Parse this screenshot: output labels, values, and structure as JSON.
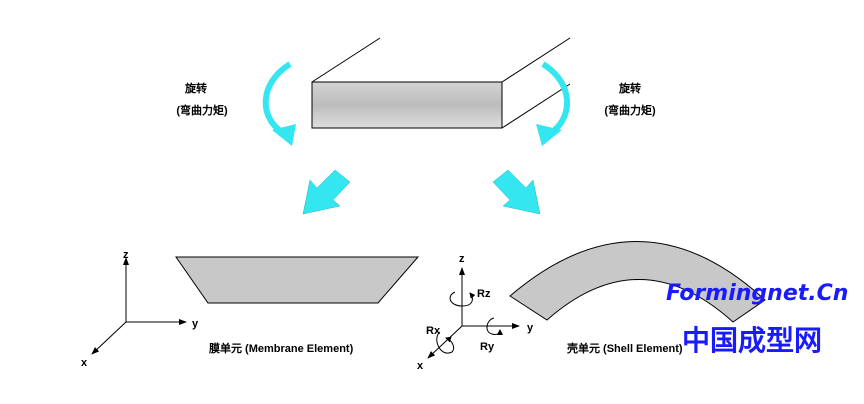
{
  "top": {
    "left_label_line1": "旋转",
    "left_label_line2": "(弯曲力矩)",
    "right_label_line1": "旋转",
    "right_label_line2": "(弯曲力矩)"
  },
  "membrane": {
    "caption": "膜单元 (Membrane Element)",
    "axis_z": "z",
    "axis_y": "y",
    "axis_x": "x"
  },
  "shell": {
    "caption": "壳单元 (Shell Element)",
    "axis_z": "z",
    "axis_y": "y",
    "axis_x": "x",
    "rot_z": "Rz",
    "rot_y": "Ry",
    "rot_x": "Rx"
  },
  "watermark": {
    "line1": "Formingnet.Cn",
    "line2": "中国成型网"
  },
  "colors": {
    "arrow": "#33e6f0",
    "shape_fill": "#c8c8c8",
    "watermark": "#1a1aff"
  }
}
